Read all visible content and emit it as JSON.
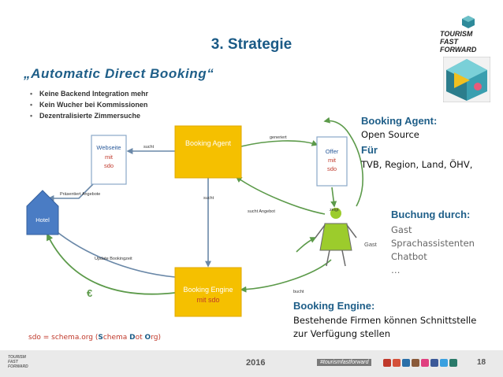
{
  "header": {
    "title": "3. Strategie",
    "logo_lines": [
      "TOURISM",
      "FAST",
      "FORWARD"
    ]
  },
  "intro": {
    "title": "„Automatic Direct Booking“",
    "bullets": [
      "Keine Backend Integration mehr",
      "Kein Wucher bei Kommissionen",
      "Dezentralisierte Zimmersuche"
    ]
  },
  "diagram": {
    "website": {
      "line1": "Webseite",
      "line2": "mit",
      "line3": "sdo"
    },
    "booking_agent": "Booking Agent",
    "offer": {
      "line1": "Offer",
      "line2": "mit",
      "line3": "sdo"
    },
    "hotel": "Hotel",
    "booking_engine": {
      "line1": "Booking Engine",
      "line2": "mit sdo"
    },
    "guest": "Gast",
    "euro": "€",
    "edges": {
      "sucht_top": "sucht",
      "generiert": "generiert",
      "praesentiert": "Präsentiert Angebote",
      "sucht_mid": "sucht",
      "sucht_angebot": "sucht Angebot",
      "zeigt": "zeigt",
      "update": "Update Bookingzeit",
      "bucht": "bucht"
    }
  },
  "right": {
    "agent_title": "Booking Agent:",
    "agent_line": "Open Source",
    "fuer_title": "Für",
    "fuer_line": "TVB, Region, Land, ÖHV,",
    "buchung_title": "Buchung durch:",
    "buchung_items": [
      "Gast",
      "Sprachassistenten",
      "Chatbot",
      "…"
    ],
    "engine_title": "Booking Engine:",
    "engine_lines": [
      "Bestehende Firmen können Schnittstelle",
      "zur Verfügung stellen"
    ]
  },
  "footnote": {
    "prefix": "sdo = schema.org (",
    "s": "S",
    "chema": "chema ",
    "d": "D",
    "ot": "ot ",
    "o": "O",
    "rg": "rg)"
  },
  "footer": {
    "year": "2016",
    "hashtag": "#tourismfastforward",
    "page": "18",
    "mini_logo": [
      "TOURISM",
      "FAST",
      "FORWARD"
    ]
  },
  "colors": {
    "accent_blue": "#1e5e88",
    "booking_yellow": "#f5c000",
    "arrow_green": "#5c9a4a",
    "hotel_blue": "#4a7cc4",
    "guest_green": "#9ccc2c"
  }
}
